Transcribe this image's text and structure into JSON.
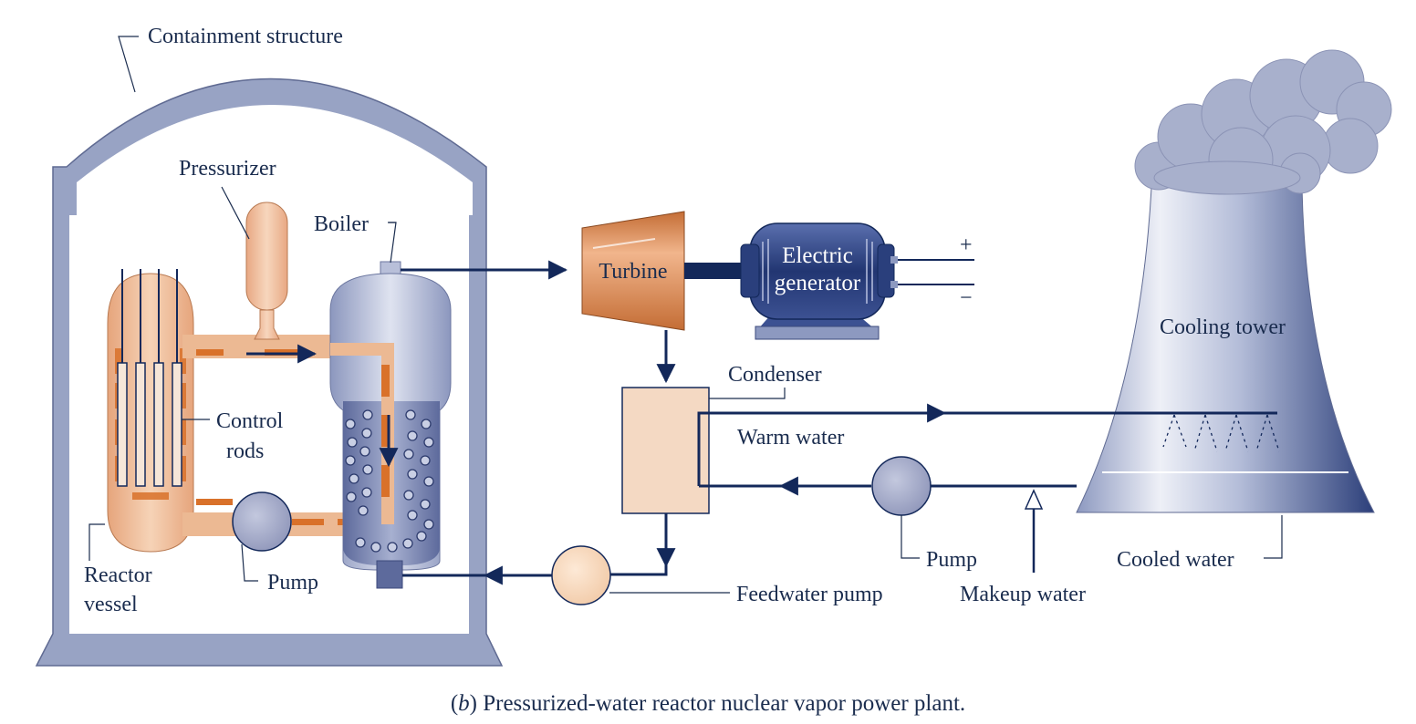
{
  "labels": {
    "containment": "Containment structure",
    "pressurizer": "Pressurizer",
    "boiler": "Boiler",
    "turbine": "Turbine",
    "generator_line1": "Electric",
    "generator_line2": "generator",
    "plus": "+",
    "minus": "−",
    "cooling_tower": "Cooling tower",
    "condenser": "Condenser",
    "warm_water": "Warm water",
    "control_rods_line1": "Control",
    "control_rods_line2": "rods",
    "reactor_vessel_line1": "Reactor",
    "reactor_vessel_line2": "vessel",
    "pump_primary": "Pump",
    "feedwater_pump": "Feedwater pump",
    "pump_cooling": "Pump",
    "makeup_water": "Makeup water",
    "cooled_water": "Cooled water"
  },
  "caption": {
    "letter": "b",
    "text": " Pressurized-water reactor nuclear vapor power plant."
  },
  "colors": {
    "containment": "#98a3c4",
    "pipe": "#13285a",
    "reactor": "#ecb993",
    "coolant_flow": "#d9712a",
    "turbine": "#d98b55",
    "generator": "#2a3f7c",
    "condenser": "#f4d9c3",
    "pump": "#a8aecd",
    "feedwater_pump": "#f8dcc1",
    "tower": "#9aa6c8",
    "steam_cloud": "#a8b0cc"
  }
}
